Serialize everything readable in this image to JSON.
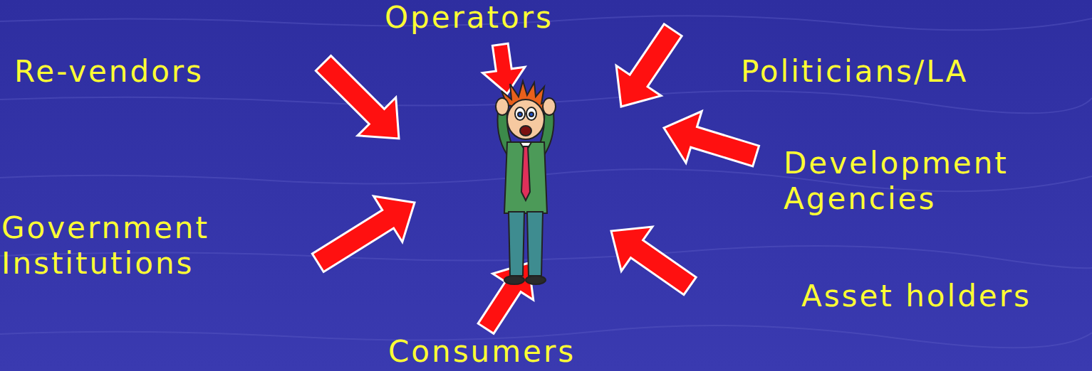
{
  "diagram": {
    "labels": [
      "Operators",
      "Re-vendors",
      "Politicians/LA",
      "Development Agencies",
      "Government Institutions",
      "Asset holders",
      "Consumers"
    ]
  }
}
